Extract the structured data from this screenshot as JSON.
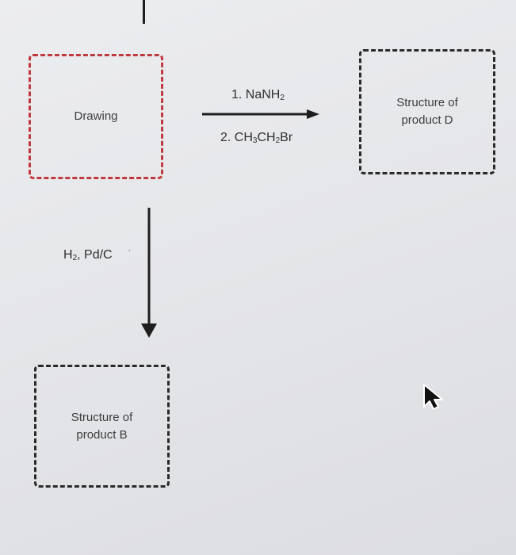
{
  "scheme": {
    "start_box": {
      "label": "Drawing",
      "state": "active"
    },
    "product_d_box": {
      "label_line1": "Structure of",
      "label_line2": "product D"
    },
    "product_b_box": {
      "label_line1": "Structure of",
      "label_line2": "product B"
    },
    "horizontal_step": {
      "reagent_1": {
        "prefix": "1. NaNH",
        "sub": "2"
      },
      "reagent_2": {
        "p1": "2. CH",
        "s1": "3",
        "p2": "CH",
        "s2": "2",
        "p3": "Br"
      }
    },
    "vertical_step": {
      "reagent": {
        "p1": "H",
        "s1": "2",
        "p2": ", Pd/C"
      },
      "mark": "´"
    }
  },
  "colors": {
    "active_border": "#c0393f",
    "border": "#2a2a2a",
    "arrow": "#1e1e1e"
  },
  "icons": {
    "cursor": "mouse-pointer-icon"
  }
}
